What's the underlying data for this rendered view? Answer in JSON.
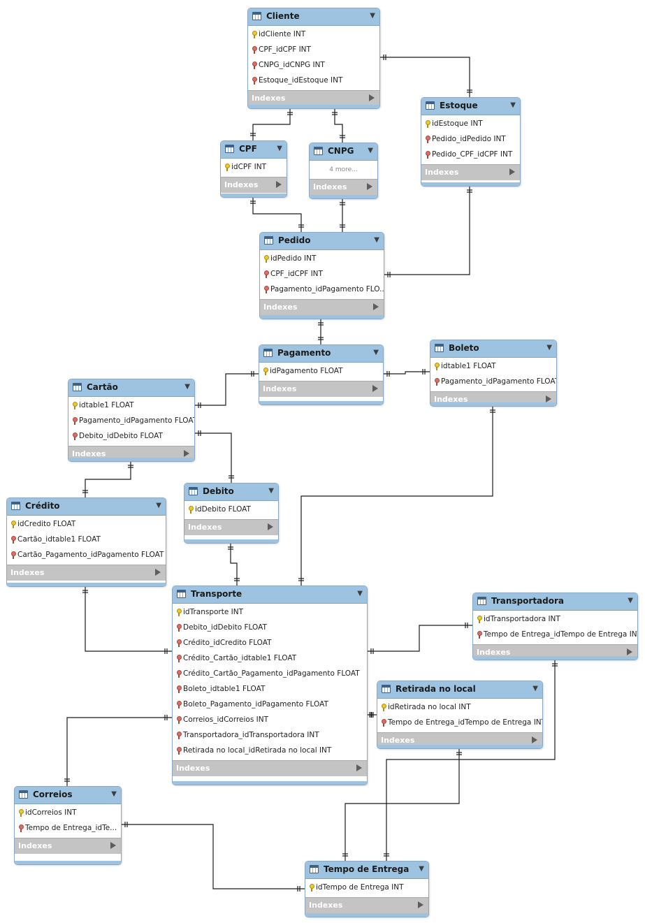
{
  "tables": [
    {
      "name": "Cliente",
      "columns": [
        {
          "key": "pk",
          "text": "idCliente INT"
        },
        {
          "key": "fk",
          "text": "CPF_idCPF INT"
        },
        {
          "key": "fk",
          "text": "CNPG_idCNPG INT"
        },
        {
          "key": "fk",
          "text": "Estoque_idEstoque INT"
        }
      ],
      "indexes": "Indexes"
    },
    {
      "name": "Estoque",
      "columns": [
        {
          "key": "pk",
          "text": "idEstoque INT"
        },
        {
          "key": "fk",
          "text": "Pedido_idPedido INT"
        },
        {
          "key": "fk",
          "text": "Pedido_CPF_idCPF INT"
        }
      ],
      "indexes": "Indexes"
    },
    {
      "name": "CPF",
      "columns": [
        {
          "key": "pk",
          "text": "idCPF INT"
        }
      ],
      "indexes": "Indexes"
    },
    {
      "name": "CNPG",
      "more": "4 more...",
      "columns": [],
      "indexes": "Indexes"
    },
    {
      "name": "Pedido",
      "columns": [
        {
          "key": "pk",
          "text": "idPedido INT"
        },
        {
          "key": "fk",
          "text": "CPF_idCPF INT"
        },
        {
          "key": "fk",
          "text": "Pagamento_idPagamento FLO..."
        }
      ],
      "indexes": "Indexes"
    },
    {
      "name": "Pagamento",
      "columns": [
        {
          "key": "pk",
          "text": "idPagamento FLOAT"
        }
      ],
      "indexes": "Indexes"
    },
    {
      "name": "Boleto",
      "columns": [
        {
          "key": "pk",
          "text": "idtable1 FLOAT"
        },
        {
          "key": "fk",
          "text": "Pagamento_idPagamento FLOAT"
        }
      ],
      "indexes": "Indexes"
    },
    {
      "name": "Cartão",
      "columns": [
        {
          "key": "pk",
          "text": "idtable1 FLOAT"
        },
        {
          "key": "fk",
          "text": "Pagamento_idPagamento FLOAT"
        },
        {
          "key": "fk",
          "text": "Debito_idDebito FLOAT"
        }
      ],
      "indexes": "Indexes"
    },
    {
      "name": "Crédito",
      "columns": [
        {
          "key": "pk",
          "text": "idCredito FLOAT"
        },
        {
          "key": "fk",
          "text": "Cartão_idtable1 FLOAT"
        },
        {
          "key": "fk",
          "text": "Cartão_Pagamento_idPagamento FLOAT"
        }
      ],
      "indexes": "Indexes"
    },
    {
      "name": "Debito",
      "columns": [
        {
          "key": "pk",
          "text": "idDebito FLOAT"
        }
      ],
      "indexes": "Indexes"
    },
    {
      "name": "Transporte",
      "columns": [
        {
          "key": "pk",
          "text": "idTransporte INT"
        },
        {
          "key": "fk",
          "text": "Debito_idDebito FLOAT"
        },
        {
          "key": "fk",
          "text": "Crédito_idCredito FLOAT"
        },
        {
          "key": "fk",
          "text": "Crédito_Cartão_idtable1 FLOAT"
        },
        {
          "key": "fk",
          "text": "Crédito_Cartão_Pagamento_idPagamento FLOAT"
        },
        {
          "key": "fk",
          "text": "Boleto_idtable1 FLOAT"
        },
        {
          "key": "fk",
          "text": "Boleto_Pagamento_idPagamento FLOAT"
        },
        {
          "key": "fk",
          "text": "Correios_idCorreios INT"
        },
        {
          "key": "fk",
          "text": "Transportadora_idTransportadora INT"
        },
        {
          "key": "fk",
          "text": "Retirada no local_idRetirada no local INT"
        }
      ],
      "indexes": "Indexes"
    },
    {
      "name": "Transportadora",
      "columns": [
        {
          "key": "pk",
          "text": "idTransportadora INT"
        },
        {
          "key": "fk",
          "text": "Tempo de Entrega_idTempo de Entrega INT"
        }
      ],
      "indexes": "Indexes"
    },
    {
      "name": "Retirada no local",
      "columns": [
        {
          "key": "pk",
          "text": "idRetirada no local INT"
        },
        {
          "key": "fk",
          "text": "Tempo de Entrega_idTempo de Entrega INT"
        }
      ],
      "indexes": "Indexes"
    },
    {
      "name": "Correios",
      "columns": [
        {
          "key": "pk",
          "text": "idCorreios INT"
        },
        {
          "key": "fk",
          "text": "Tempo de Entrega_idTe..."
        }
      ],
      "indexes": "Indexes"
    },
    {
      "name": "Tempo de Entrega",
      "columns": [
        {
          "key": "pk",
          "text": "idTempo de Entrega INT"
        }
      ],
      "indexes": "Indexes"
    }
  ],
  "colors": {
    "header": "#9ec3e0",
    "indexes": "#c4c4c4",
    "line": "#1a1a1a",
    "pk_key": "#ecca2c",
    "fk_key": "#df6d63"
  }
}
